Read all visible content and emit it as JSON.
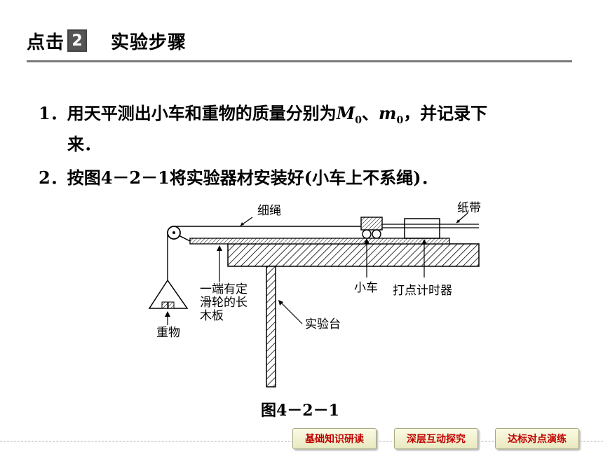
{
  "header": {
    "prefix": "点击",
    "number": "2",
    "title": "实验步骤"
  },
  "steps": {
    "s1_num": "1．",
    "s1_text_a": "用天平测出小车和重物的质量分别为",
    "s1_var1": "M",
    "s1_sub1": "0",
    "s1_sep": "、",
    "s1_var2": "m",
    "s1_sub2": "0",
    "s1_text_b": "，并记录下",
    "s1_cont": "来．",
    "s2_num": "2．",
    "s2_text": "按图4－2－1将实验器材安装好(小车上不系绳)．"
  },
  "diagram": {
    "label_rope": "细绳",
    "label_tape": "纸带",
    "label_board_l1": "一端有定",
    "label_board_l2": "滑轮的长",
    "label_board_l3": "木板",
    "label_cart": "小车",
    "label_timer": "打点计时器",
    "label_weight": "重物",
    "label_table": "实验台"
  },
  "caption": "图4－2－1",
  "nav": {
    "btn1": "基础知识研读",
    "btn2": "深层互动探究",
    "btn3": "达标对点演练"
  }
}
